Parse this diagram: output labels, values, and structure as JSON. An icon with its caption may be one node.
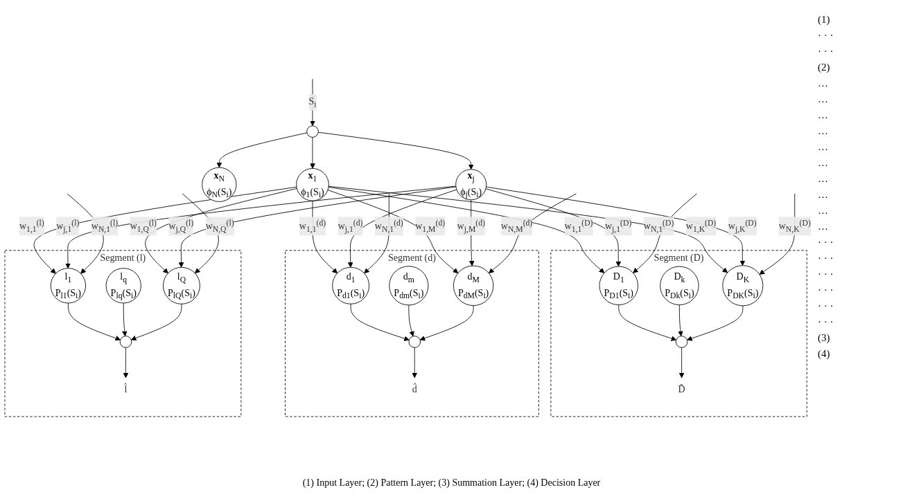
{
  "diagram": {
    "caption": "(1) Input Layer; (2) Pattern Layer; (3) Summation Layer; (4) Decision Layer",
    "nodes": [
      {
        "text": [],
        "shape": "circle"
      },
      {
        "text": [
          "**x**$_{1}$",
          "ϕ$_{1}$(S$_{i}$)"
        ]
      },
      {
        "text": [
          "**x**$_{j}$",
          "ϕ$_{j}$(S$_{i}$)"
        ]
      },
      {
        "text": [
          "**x**$_{N}$",
          "ϕ$_{N}$(S$_{i}$)"
        ]
      },
      {
        "text": [
          "Segment (D)"
        ]
      },
      {
        "text": [
          "D$_{1}$",
          "P$_{D1}$(S$_{i}$)"
        ],
        "in": 4
      },
      {
        "text": [
          "D$_{k}$",
          "P$_{Dk}$(S$_{i}$)"
        ],
        "in": 4
      },
      {
        "text": [
          "D$_{K}$",
          "P$_{DK}$(S$_{i}$)"
        ],
        "in": 4
      },
      {
        "text": [],
        "shape": "circle",
        "in": 4
      },
      {
        "text": [
          "D̂"
        ],
        "in": 4
      },
      {
        "text": [
          "Segment (d)"
        ]
      },
      {
        "text": [
          "d$_{1}$",
          "P$_{d1}$(S$_{i}$)"
        ],
        "in": 10
      },
      {
        "text": [
          "d$_{m}$",
          "P$_{dm}$(S$_{i}$)"
        ],
        "in": 10
      },
      {
        "text": [
          "d$_{M}$",
          "P$_{dM}$(S$_{i}$)"
        ],
        "in": 10
      },
      {
        "text": [],
        "shape": "circle",
        "in": 10
      },
      {
        "text": [
          "d̂"
        ],
        "in": 10
      },
      {
        "text": [
          "Segment (l)"
        ]
      },
      {
        "text": [
          "l$_{1}$",
          "P$_{l1}$(S$_{i}$)"
        ],
        "in": 16
      },
      {
        "text": [
          "l$_{q}$",
          "P$_{lq}$(S$_{i}$)"
        ],
        "in": 16
      },
      {
        "text": [
          "l$_{Q}$",
          "P$_{lQ}$(S$_{i}$)"
        ],
        "in": 16
      },
      {
        "text": [],
        "shape": "circle",
        "in": 16
      },
      {
        "text": [
          "l̂"
        ],
        "in": 16
      }
    ],
    "edges": [
      {
        "from": null,
        "to": 0,
        "arrow": "to",
        "label": "S$_{i}$"
      },
      {
        "from": 0,
        "to": 1,
        "arrow": "to"
      },
      {
        "from": 0,
        "to": 2,
        "arrow": "to"
      },
      {
        "from": 0,
        "to": 3,
        "arrow": "to"
      },
      {
        "from": 1,
        "to": 5,
        "arrow": "to",
        "label": "w$_{1,1}$$^{(D)}$"
      },
      {
        "from": 1,
        "to": 7,
        "arrow": "to",
        "label": "w$_{1,K}$$^{(D)}$"
      },
      {
        "from": 1,
        "to": 11,
        "arrow": "to",
        "label": "w$_{1,1}$$^{(d)}$"
      },
      {
        "from": 1,
        "to": 13,
        "arrow": "to",
        "label": "w$_{1,M}$$^{(d)}$"
      },
      {
        "from": 1,
        "to": 17,
        "arrow": "to",
        "label": "w$_{1,1}$$^{(l)}$"
      },
      {
        "from": 1,
        "to": 19,
        "arrow": "to",
        "label": "w$_{1,Q}$$^{(l)}$"
      },
      {
        "from": 2,
        "to": 5,
        "arrow": "to",
        "label": "w$_{j,1}$$^{(D)}$"
      },
      {
        "from": 2,
        "to": 7,
        "arrow": "to",
        "label": "w$_{j,K}$$^{(D)}$"
      },
      {
        "from": 2,
        "to": 11,
        "arrow": "to",
        "label": "w$_{j,1}$$^{(d)}$"
      },
      {
        "from": 2,
        "to": 13,
        "arrow": "to",
        "label": "w$_{j,M}$$^{(d)}$"
      },
      {
        "from": 2,
        "to": 17,
        "arrow": "to",
        "label": "w$_{j,1}$$^{(l)}$"
      },
      {
        "from": 2,
        "to": 19,
        "arrow": "to",
        "label": "w$_{j,Q}$$^{(l)}$"
      },
      {
        "from": null,
        "to": 5,
        "arrow": "to",
        "label": "w$_{N,1}$$^{(D)}$"
      },
      {
        "from": null,
        "to": 7,
        "arrow": "to",
        "label": "w$_{N,K}$$^{(D)}$"
      },
      {
        "from": null,
        "to": 11,
        "arrow": "to",
        "label": "w$_{N,1}$$^{(d)}$"
      },
      {
        "from": null,
        "to": 13,
        "arrow": "to",
        "label": "w$_{N,M}$$^{(d)}$"
      },
      {
        "from": null,
        "to": 17,
        "arrow": "to",
        "label": "w$_{N,1}$$^{(l)}$"
      },
      {
        "from": null,
        "to": 19,
        "arrow": "to",
        "label": "w$_{N,Q}$$^{(l)}$"
      },
      {
        "from": 5,
        "to": 8,
        "arrow": "to"
      },
      {
        "from": 6,
        "to": 8,
        "arrow": "to"
      },
      {
        "from": 7,
        "to": 8,
        "arrow": "to"
      },
      {
        "from": 8,
        "to": 9,
        "arrow": "to"
      },
      {
        "from": 11,
        "to": 14,
        "arrow": "to"
      },
      {
        "from": 12,
        "to": 14,
        "arrow": "to"
      },
      {
        "from": 13,
        "to": 14,
        "arrow": "to"
      },
      {
        "from": 14,
        "to": 15,
        "arrow": "to"
      },
      {
        "from": 17,
        "to": 20,
        "arrow": "to"
      },
      {
        "from": 18,
        "to": 20,
        "arrow": "to"
      },
      {
        "from": 19,
        "to": 20,
        "arrow": "to"
      },
      {
        "from": 20,
        "to": 21,
        "arrow": "to"
      }
    ],
    "labels": [
      "(1)",
      "· · ·",
      "· · ·",
      "(2)",
      "…",
      "…",
      "…",
      "…",
      "…",
      "…",
      "…",
      "…",
      "…",
      "…",
      "· · ·",
      "· · ·",
      "· · ·",
      "· · ·",
      "· · ·",
      "· · ·",
      "(3)",
      "(4)"
    ]
  }
}
